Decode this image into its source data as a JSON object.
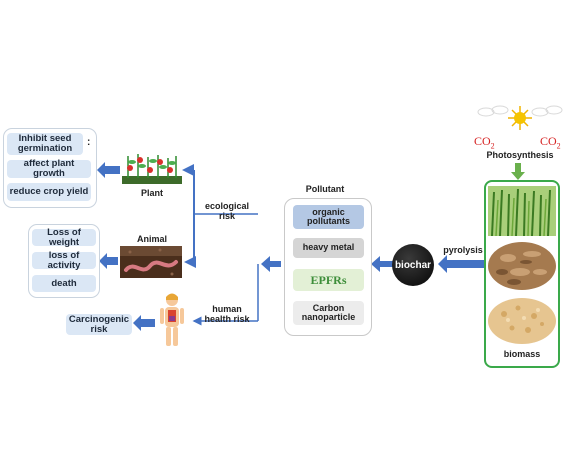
{
  "effects": {
    "plant": [
      "Inhibit seed germination",
      "affect plant growth",
      "reduce crop yield"
    ],
    "plant_ellipsis": ":",
    "animal": [
      "Loss of weight",
      "loss of activity",
      "death"
    ],
    "human": "Carcinogenic risk"
  },
  "receptors": {
    "plant": "Plant",
    "animal": "Animal"
  },
  "risks": {
    "ecological": "ecological risk",
    "human_health": "human health risk"
  },
  "pollutant": {
    "title": "Pollutant",
    "items": [
      "organic pollutants",
      "heavy metal",
      "EPFRs",
      "Carbon nanoparticle"
    ]
  },
  "biochar": {
    "label": "biochar",
    "process": "pyrolysis"
  },
  "biomass": {
    "label": "biomass",
    "photosynthesis": "Photosynthesis",
    "co2_left": "CO",
    "co2_right": "CO",
    "co2_sub": "2"
  },
  "colors": {
    "arrow": "#4472c4",
    "effect_fill": "#dbe7f5",
    "biomass_border": "#3aa94a",
    "co2": "#d62222"
  }
}
